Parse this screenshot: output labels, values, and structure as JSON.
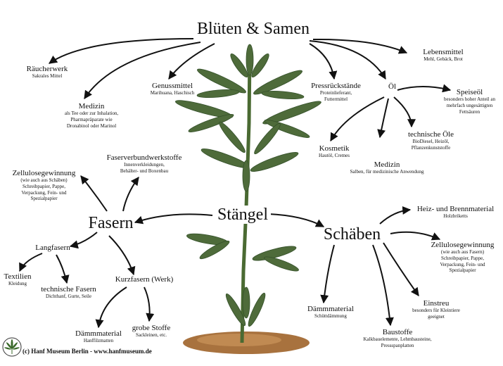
{
  "title": "Blüten & Samen",
  "stem": "Stängel",
  "fasern": "Fasern",
  "schaeben": "Schäben",
  "nodes": {
    "raeucherwerk": {
      "label": "Räucherwerk",
      "sub": "Sakrales Mittel"
    },
    "medizin1": {
      "label": "Medizin",
      "sub": [
        "als Tee oder zur Inhalation,",
        "Pharmapräparate wie",
        "Dronabinol oder Marinol"
      ]
    },
    "genussmittel": {
      "label": "Genussmittel",
      "sub": "Marihuana, Haschisch"
    },
    "pressrueck": {
      "label": "Pressrückstände",
      "sub": [
        "Proteinlieferant,",
        "Futtermittel"
      ]
    },
    "lebensmittel": {
      "label": "Lebensmittel",
      "sub": "Mehl, Gebäck, Brot"
    },
    "oel": {
      "label": "Öl"
    },
    "speiseoel": {
      "label": "Speiseöl",
      "sub": [
        "besonders hoher Anteil an",
        "mehrfach ungesättigten",
        "Fettsäuren"
      ]
    },
    "kosmetik": {
      "label": "Kosmetik",
      "sub": "Hautöl, Cremes"
    },
    "techoele": {
      "label": "technische Öle",
      "sub": [
        "BioDiesel, Heizöl,",
        "Pflanzenkunststoffe"
      ]
    },
    "medizin2": {
      "label": "Medizin",
      "sub": "Salben, für medizinische Anwendung"
    },
    "faserverbund": {
      "label": "Faserverbundwerkstoffe",
      "sub": [
        "Innenverkleidungen,",
        "Behälter- und Boxenbau"
      ]
    },
    "zellulose1": {
      "label": "Zellulosegewinnung",
      "sub": [
        "(wie auch aus Schäben)",
        "Schreibpapier, Pappe,",
        "Verpackung, Fein- und",
        "Spezialpapier"
      ]
    },
    "langfasern": {
      "label": "Langfasern"
    },
    "textilien": {
      "label": "Textilien",
      "sub": "Kleidung"
    },
    "techfasern": {
      "label": "technische Fasern",
      "sub": "Dichthanf, Gurte, Seile"
    },
    "kurzfasern": {
      "label": "Kurzfasern (Werk)"
    },
    "daemm1": {
      "label": "Dämmmaterial",
      "sub": "Hanffilzmatten"
    },
    "grobe": {
      "label": "grobe Stoffe",
      "sub": "Sackleinen, etc."
    },
    "heiz": {
      "label": "Heiz- und Brennmaterial",
      "sub": "Holzbriketts"
    },
    "zellulose2": {
      "label": "Zellulosegewinnung",
      "sub": [
        "(wie auch aus Fasern)",
        "Schreibpapier, Pappe,",
        "Verpackung, Fein- und",
        "Spezialpapier"
      ]
    },
    "einstreu": {
      "label": "Einstreu",
      "sub": [
        "besonders für Kleintiere",
        "geeignet"
      ]
    },
    "daemm2": {
      "label": "Dämmmaterial",
      "sub": "Schüttdämmung"
    },
    "baustoffe": {
      "label": "Baustoffe",
      "sub": [
        "Kalkbauelemente, Lehmbausteine,",
        "Pressspanplatten"
      ]
    }
  },
  "footer": "(c) Hanf Museum Berlin - www.hanfmuseum.de",
  "colors": {
    "leaf": "#4e6b3a",
    "leaf_dark": "#34502a",
    "soil": "#a8723e",
    "arrow": "#111111"
  }
}
